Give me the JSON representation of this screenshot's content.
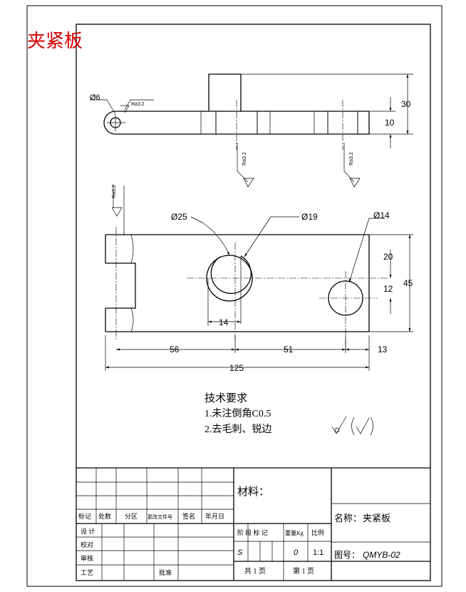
{
  "title": "夹紧板",
  "dims": {
    "d6": "Ø6",
    "ra_side": "Ra3.2",
    "ra_hole1": "Ra3.2",
    "ra_hole2": "Ra3.2",
    "ra_top": "Ra3.2",
    "h30": "30",
    "h10": "10",
    "d25": "Ø25",
    "d19": "Ø19",
    "d14": "Ø14",
    "v20": "20",
    "v12": "12",
    "v45": "45",
    "w14": "14",
    "w56": "56",
    "w51": "51",
    "w13": "13",
    "w125": "125"
  },
  "notes": {
    "heading": "技术要求",
    "line1": "1.未注倒角C0.5",
    "line2": "2.去毛刺、锐边"
  },
  "titleblock": {
    "material_label": "材料：",
    "row_labels": [
      "标记",
      "处数",
      "分区",
      "更改文件号",
      "签名",
      "年月日"
    ],
    "design": "设 计",
    "check": "校对",
    "review": "审核",
    "process": "工艺",
    "approve": "批准",
    "stage_hdr": "阶 段 标 记",
    "weight_hdr": "重量Kg",
    "scale_hdr": "比例",
    "stage_val": "S",
    "weight_val": "0",
    "scale_val": "1:1",
    "total_pages": "共 1 页",
    "page_no": "第 1 页",
    "name_label": "名称：",
    "name_value": "夹紧板",
    "drawing_no_label": "图号：",
    "drawing_no_value": "QMYB-02"
  }
}
